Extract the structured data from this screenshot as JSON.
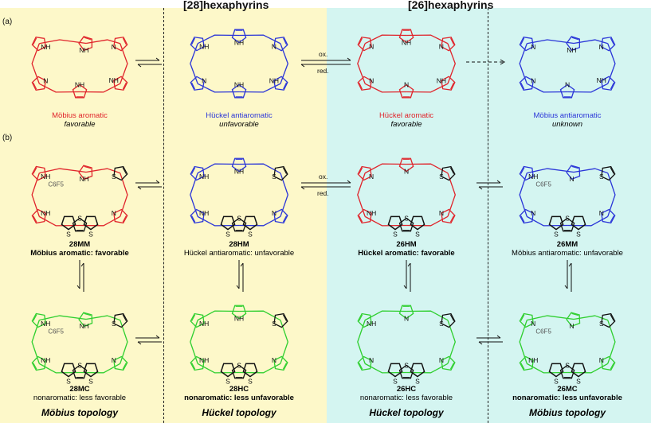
{
  "headers": {
    "left": "[28]hexaphyrins",
    "right": "[26]hexaphyrins"
  },
  "panel_labels": {
    "a": "(a)",
    "b": "(b)"
  },
  "arrow_labels": {
    "ox": "ox.",
    "red": "red."
  },
  "row_a": [
    {
      "line1": "Möbius aromatic",
      "line2": "favorable",
      "color": "#e0242b"
    },
    {
      "line1": "Hückel antiaromatic",
      "line2": "unfavorable",
      "color": "#2a35d8"
    },
    {
      "line1": "Hückel aromatic",
      "line2": "favorable",
      "color": "#e0242b"
    },
    {
      "line1": "Möbius antiaromatic",
      "line2": "unknown",
      "color": "#2a35d8"
    }
  ],
  "row_b1": [
    {
      "id": "28MM",
      "desc": "Möbius aromatic: favorable"
    },
    {
      "id": "28HM",
      "desc": "Hückel antiaromatic: unfavorable"
    },
    {
      "id": "26HM",
      "desc": "Hückel aromatic: favorable"
    },
    {
      "id": "26MM",
      "desc": "Möbius antiaromatic: unfavorable"
    }
  ],
  "row_b2": [
    {
      "id": "28MC",
      "desc": "nonaromatic: less favorable"
    },
    {
      "id": "28HC",
      "desc": "nonaromatic: less unfavorable"
    },
    {
      "id": "26HC",
      "desc": "nonaromatic: less favorable"
    },
    {
      "id": "26MC",
      "desc": "nonaromatic: less unfavorable"
    }
  ],
  "topologies": [
    "Möbius topology",
    "Hückel topology",
    "Hückel topology",
    "Möbius topology"
  ],
  "atoms": {
    "nh": "NH",
    "n": "N",
    "s": "S",
    "c6f5": "C6F5",
    "h": "H"
  },
  "colors": {
    "red": "#e0242b",
    "blue": "#2a35d8",
    "green": "#2fcf2f",
    "black": "#111111",
    "yellow_bg": "#fdf8c9",
    "cyan_bg": "#d4f5f1"
  }
}
